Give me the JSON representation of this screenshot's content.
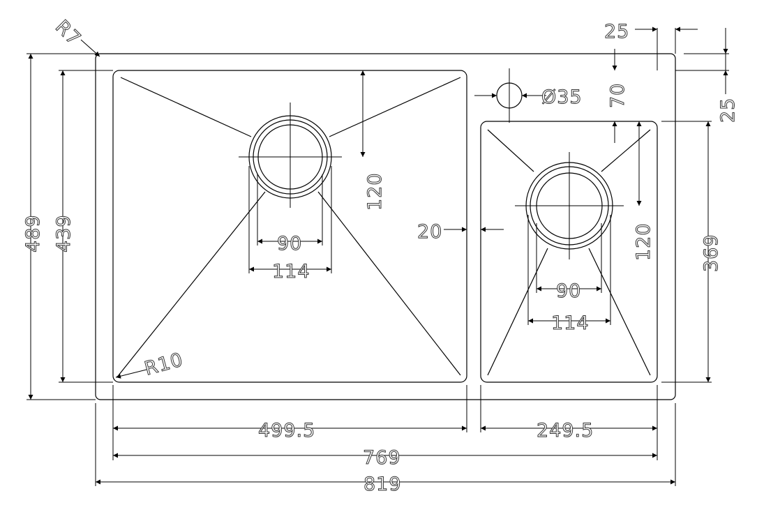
{
  "labels": {
    "r7": "R7",
    "r10": "R10",
    "d25_top": "25",
    "d25_right": "25",
    "d70": "70",
    "d35": "Ø35",
    "d20": "20",
    "d120_left": "120",
    "d120_right": "120",
    "d90_left": "90",
    "d114_left": "114",
    "d90_right": "90",
    "d114_right": "114",
    "d489": "489",
    "d439": "439",
    "d369": "369",
    "d499_5": "499.5",
    "d249_5": "249.5",
    "d769": "769",
    "d819": "819"
  },
  "colors": {
    "line": "#000000",
    "text_outline": "#333333"
  }
}
